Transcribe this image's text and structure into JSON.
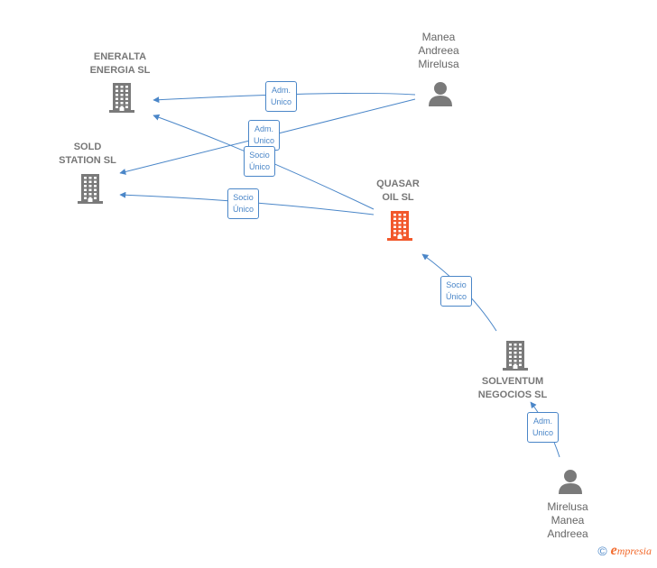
{
  "colors": {
    "company": "#7a7a7a",
    "highlight_company": "#f2582b",
    "person": "#7a7a7a",
    "edge": "#4a86c8"
  },
  "nodes": [
    {
      "id": "eneralta",
      "kind": "company",
      "label": "ENERALTA\nENERGIA  SL"
    },
    {
      "id": "sold",
      "kind": "company",
      "label": "SOLD\nSTATION  SL"
    },
    {
      "id": "quasar",
      "kind": "company",
      "label": "QUASAR\nOIL  SL",
      "highlight": true
    },
    {
      "id": "solventum",
      "kind": "company",
      "label": "SOLVENTUM\nNEGOCIOS SL"
    },
    {
      "id": "manea",
      "kind": "person",
      "label": "Manea\nAndreea\nMirelusa"
    },
    {
      "id": "mirelusa",
      "kind": "person",
      "label": "Mirelusa\nManea\nAndreea"
    }
  ],
  "edges": [
    {
      "id": "e1",
      "from": "manea",
      "to": "eneralta",
      "label": "Adm.\nUnico"
    },
    {
      "id": "e2",
      "from": "manea",
      "to": "sold",
      "label": "Adm.\nUnico"
    },
    {
      "id": "e3",
      "from": "quasar",
      "to": "eneralta",
      "label": "Socio\nÚnico"
    },
    {
      "id": "e4",
      "from": "quasar",
      "to": "sold",
      "label": "Socio\nÚnico"
    },
    {
      "id": "e5",
      "from": "solventum",
      "to": "quasar",
      "label": "Socio\nÚnico"
    },
    {
      "id": "e6",
      "from": "mirelusa",
      "to": "solventum",
      "label": "Adm.\nUnico"
    }
  ],
  "footer": {
    "copyright": "©",
    "brand_first": "e",
    "brand_rest": "mpresia"
  }
}
